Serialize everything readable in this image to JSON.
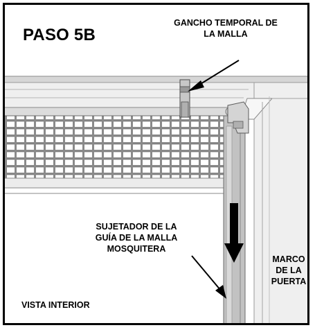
{
  "step_title": "PASO 5B",
  "labels": {
    "hook": [
      "GANCHO TEMPORAL DE",
      "LA MALLA"
    ],
    "fastener": [
      "SUJETADOR DE LA",
      "GUÍA DE LA MALLA",
      "MOSQUITERA"
    ],
    "door_frame": [
      "MARCO",
      "DE LA",
      "PUERTA"
    ],
    "interior_view": "VISTA INTERIOR"
  },
  "colors": {
    "frame_fill": "#ececec",
    "frame_edge": "#9a9a9a",
    "post_fill": "#bdbdbd",
    "mesh_wire": "#7a7a7a",
    "arrow": "#000000"
  }
}
